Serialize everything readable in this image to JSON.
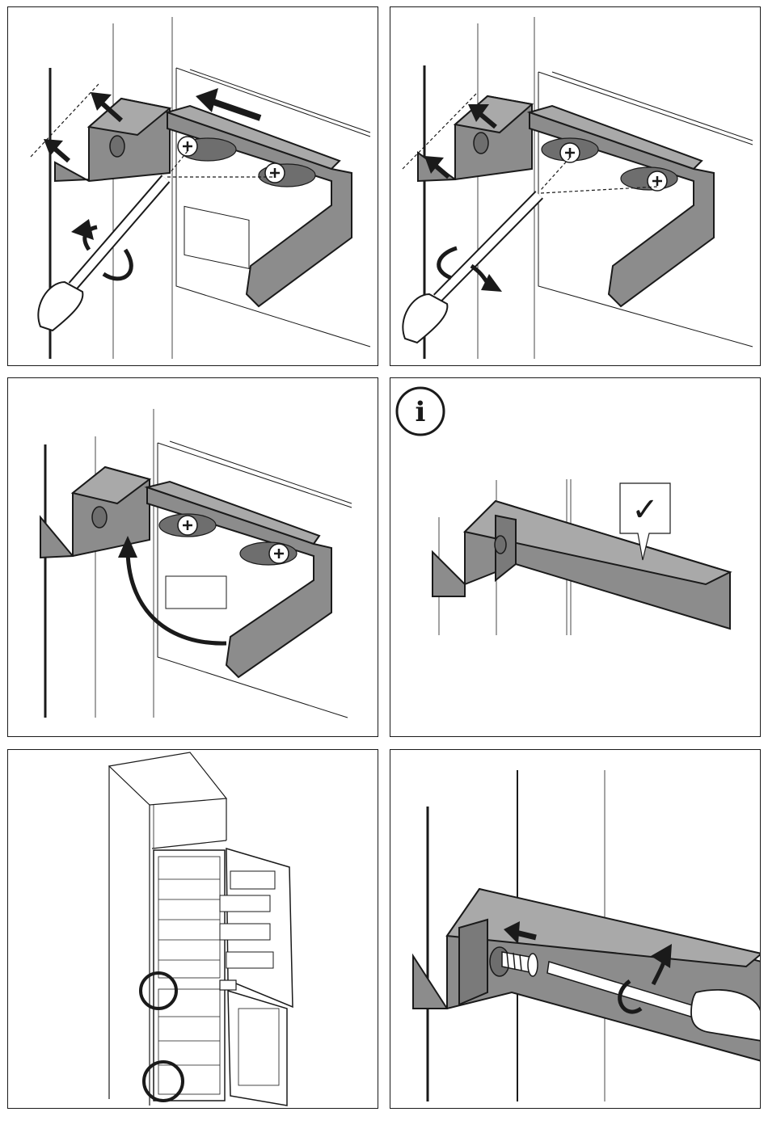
{
  "colors": {
    "line": "#1a1a1a",
    "part_fill": "#8c8c8c",
    "part_light": "#a9a9a9",
    "part_dark": "#6e6e6e",
    "panel_bg": "#ffffff"
  },
  "panels": [
    {
      "id": "step-1",
      "depicts": "bracket-slide-left-loosen-screws"
    },
    {
      "id": "step-2",
      "depicts": "bracket-aligned-tighten-screws"
    },
    {
      "id": "step-3",
      "depicts": "bracket-fold-side-arm"
    },
    {
      "id": "step-4",
      "depicts": "info-correct-bracket-position",
      "info_symbol": "i",
      "check_symbol": "✓"
    },
    {
      "id": "step-5",
      "depicts": "fridge-in-cabinet-hinge-points-circled"
    },
    {
      "id": "step-6",
      "depicts": "screw-into-cabinet-side"
    }
  ]
}
